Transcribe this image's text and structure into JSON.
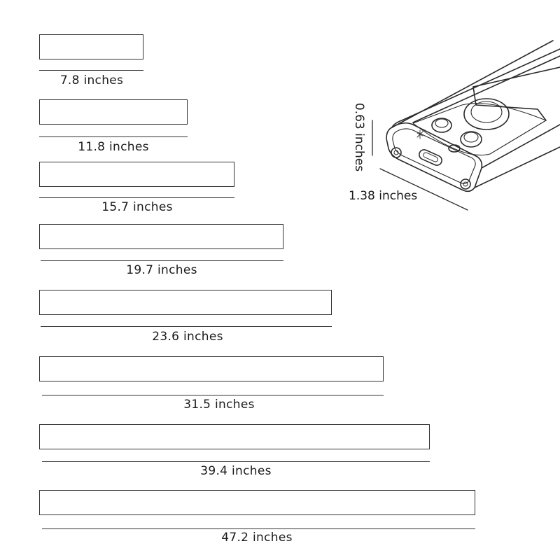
{
  "bars": [
    {
      "label": "7.8 inches"
    },
    {
      "label": "11.8 inches"
    },
    {
      "label": "15.7 inches"
    },
    {
      "label": "19.7 inches"
    },
    {
      "label": "23.6 inches"
    },
    {
      "label": "31.5 inches"
    },
    {
      "label": "39.4 inches"
    },
    {
      "label": "47.2 inches"
    }
  ],
  "device": {
    "height_label": "0.63 inches",
    "width_label": "1.38 inches"
  }
}
